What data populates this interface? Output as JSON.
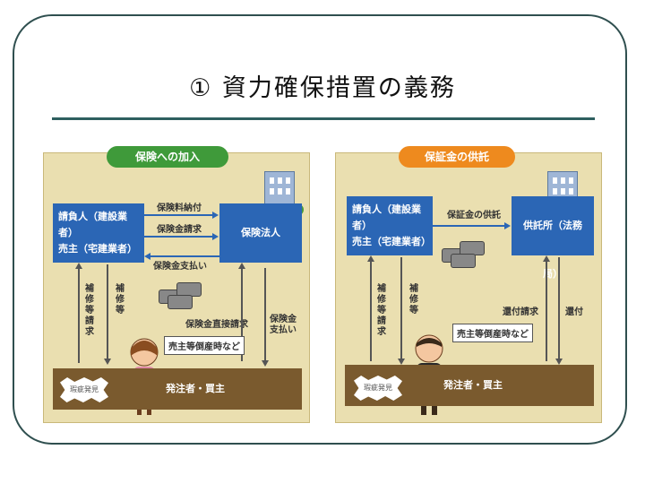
{
  "slide": {
    "title": "① 資力確保措置の義務"
  },
  "left_panel": {
    "tab": "保険への加入",
    "contractor": "請負人（建設業者）",
    "seller": "売主（宅建業者）",
    "insurer": "保険法人",
    "arrow_premium": "保険料納付",
    "arrow_claim": "保険金請求",
    "arrow_payout": "保険金支払い",
    "repair_request": "補修等請求",
    "repair": "補修等",
    "direct_claim": "保険金直接請求",
    "note": "売主等倒産時など",
    "insurance_payment": "保険金支払い",
    "client": "発注者・買主",
    "defect": "瑕疵発見"
  },
  "right_panel": {
    "tab": "保証金の供託",
    "contractor": "請負人（建設業者）",
    "seller": "売主（宅建業者）",
    "depository": "供託所（法務局）",
    "arrow_deposit": "保証金の供託",
    "repair_request": "補修等請求",
    "repair": "補修等",
    "refund_request": "還付請求",
    "refund": "還付",
    "note": "売主等倒産時など",
    "client": "発注者・買主",
    "defect": "瑕疵発見"
  },
  "colors": {
    "accent_blue": "#2b66b5",
    "tab_green": "#3f9a3a",
    "tab_orange": "#ee8a1e",
    "panel_bg": "#eadfb0",
    "ground_brown": "#7a5a2e"
  },
  "icons": [
    "building-icon",
    "tree-icon",
    "coins-icon",
    "person-icon",
    "burst-icon"
  ]
}
